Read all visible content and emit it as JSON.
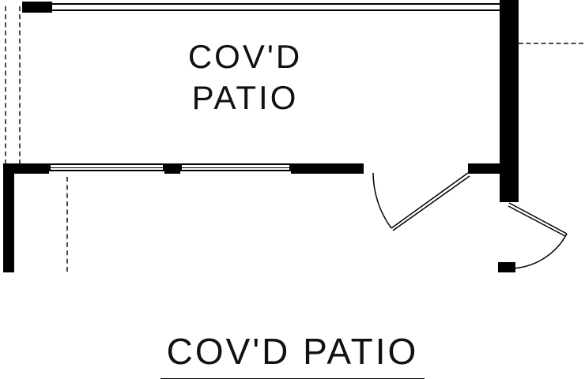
{
  "colors": {
    "ink": "#000000",
    "dash": "#4a4a4a",
    "background": "#ffffff"
  },
  "plan": {
    "room_label": {
      "line1": "COV'D",
      "line2": "PATIO"
    },
    "title": "COV'D PATIO"
  }
}
